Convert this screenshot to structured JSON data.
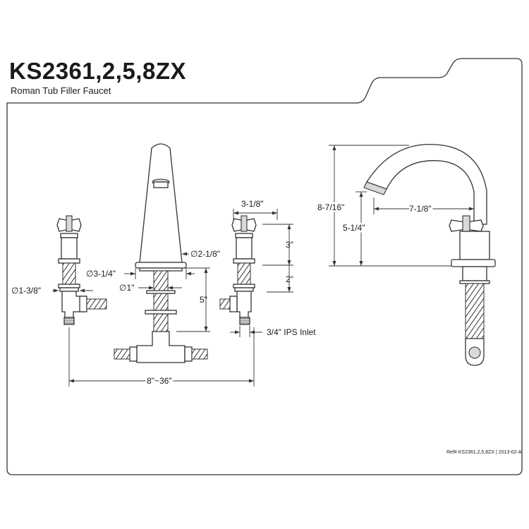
{
  "header": {
    "model": "KS2361,2,5,8ZX",
    "product_name": "Roman Tub Filler Faucet"
  },
  "dimensions": {
    "handle_width": "3-1/8\"",
    "handle_height": "3\"",
    "shank_height": "2\"",
    "spout_body_diameter": "∅2-1/8\"",
    "spout_escutcheon_diameter": "∅3-1/4\"",
    "spout_shank_diameter": "∅1\"",
    "spout_shank_length": "5\"",
    "valve_escutcheon_diameter": "∅1-3/8\"",
    "inlet": "3/4\" IPS Inlet",
    "spread": "8\"~36\"",
    "total_height": "8-7/16\"",
    "spout_outlet_height": "5-1/4\"",
    "spout_reach": "7-1/8\""
  },
  "footer": {
    "reference": "Ref# KS2361,2,5,8ZX | 2013-02-A"
  },
  "colors": {
    "line": "#333333",
    "background": "#ffffff"
  }
}
